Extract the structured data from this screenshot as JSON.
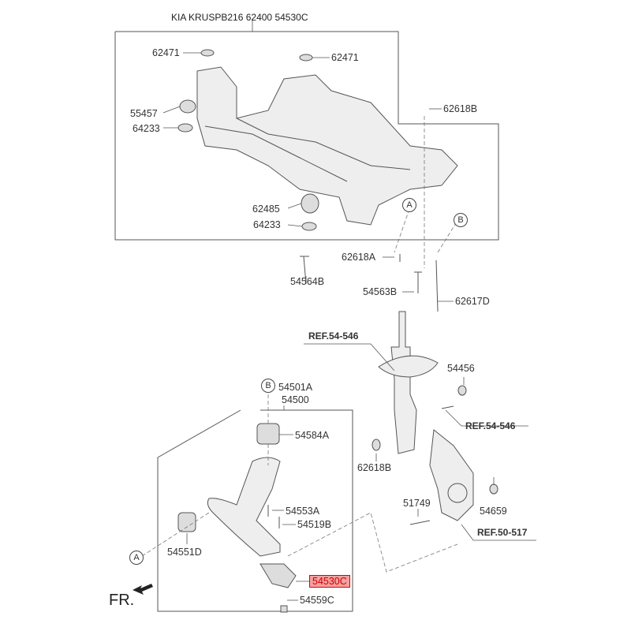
{
  "title": {
    "prefix": "KIA KRUSPB216",
    "code_under": "62400",
    "code_over": "54530C"
  },
  "highlight_color": "#f4a0a0",
  "labels": {
    "p62471a": "62471",
    "p62471b": "62471",
    "p55457": "55457",
    "p64233a": "64233",
    "p62618B_top": "62618B",
    "p62485": "62485",
    "p64233b": "64233",
    "p62618A": "62618A",
    "p54564B": "54564B",
    "p54563B": "54563B",
    "p62617D": "62617D",
    "ref54546a": "REF.54-546",
    "p54456": "54456",
    "ref54546b": "REF.54-546",
    "p62618B": "62618B",
    "p51749": "51749",
    "p54659": "54659",
    "ref50517": "REF.50-517",
    "p54501A": "54501A",
    "p54500": "54500",
    "p54584A": "54584A",
    "p54553A": "54553A",
    "p54519B": "54519B",
    "p54551D": "54551D",
    "p54530C": "54530C",
    "p54559C": "54559C"
  },
  "callouts": {
    "a1": "A",
    "b1": "B",
    "a2": "A",
    "b2": "B"
  },
  "direction": "FR."
}
